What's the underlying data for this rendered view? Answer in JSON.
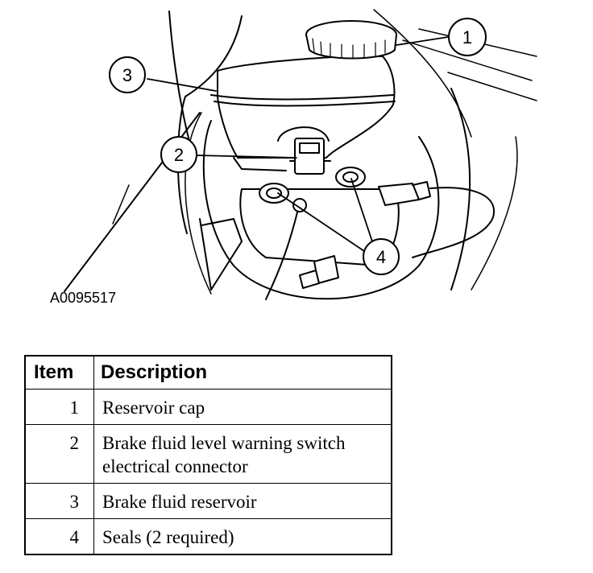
{
  "figure": {
    "id_label": "A0095517",
    "callouts": [
      "1",
      "2",
      "3",
      "4"
    ]
  },
  "table": {
    "header": {
      "item": "Item",
      "description": "Description"
    },
    "rows": [
      {
        "item": "1",
        "description": "Reservoir cap"
      },
      {
        "item": "2",
        "description": "Brake fluid level warning switch electrical connector"
      },
      {
        "item": "3",
        "description": "Brake fluid reservoir"
      },
      {
        "item": "4",
        "description": "Seals (2 required)"
      }
    ]
  }
}
